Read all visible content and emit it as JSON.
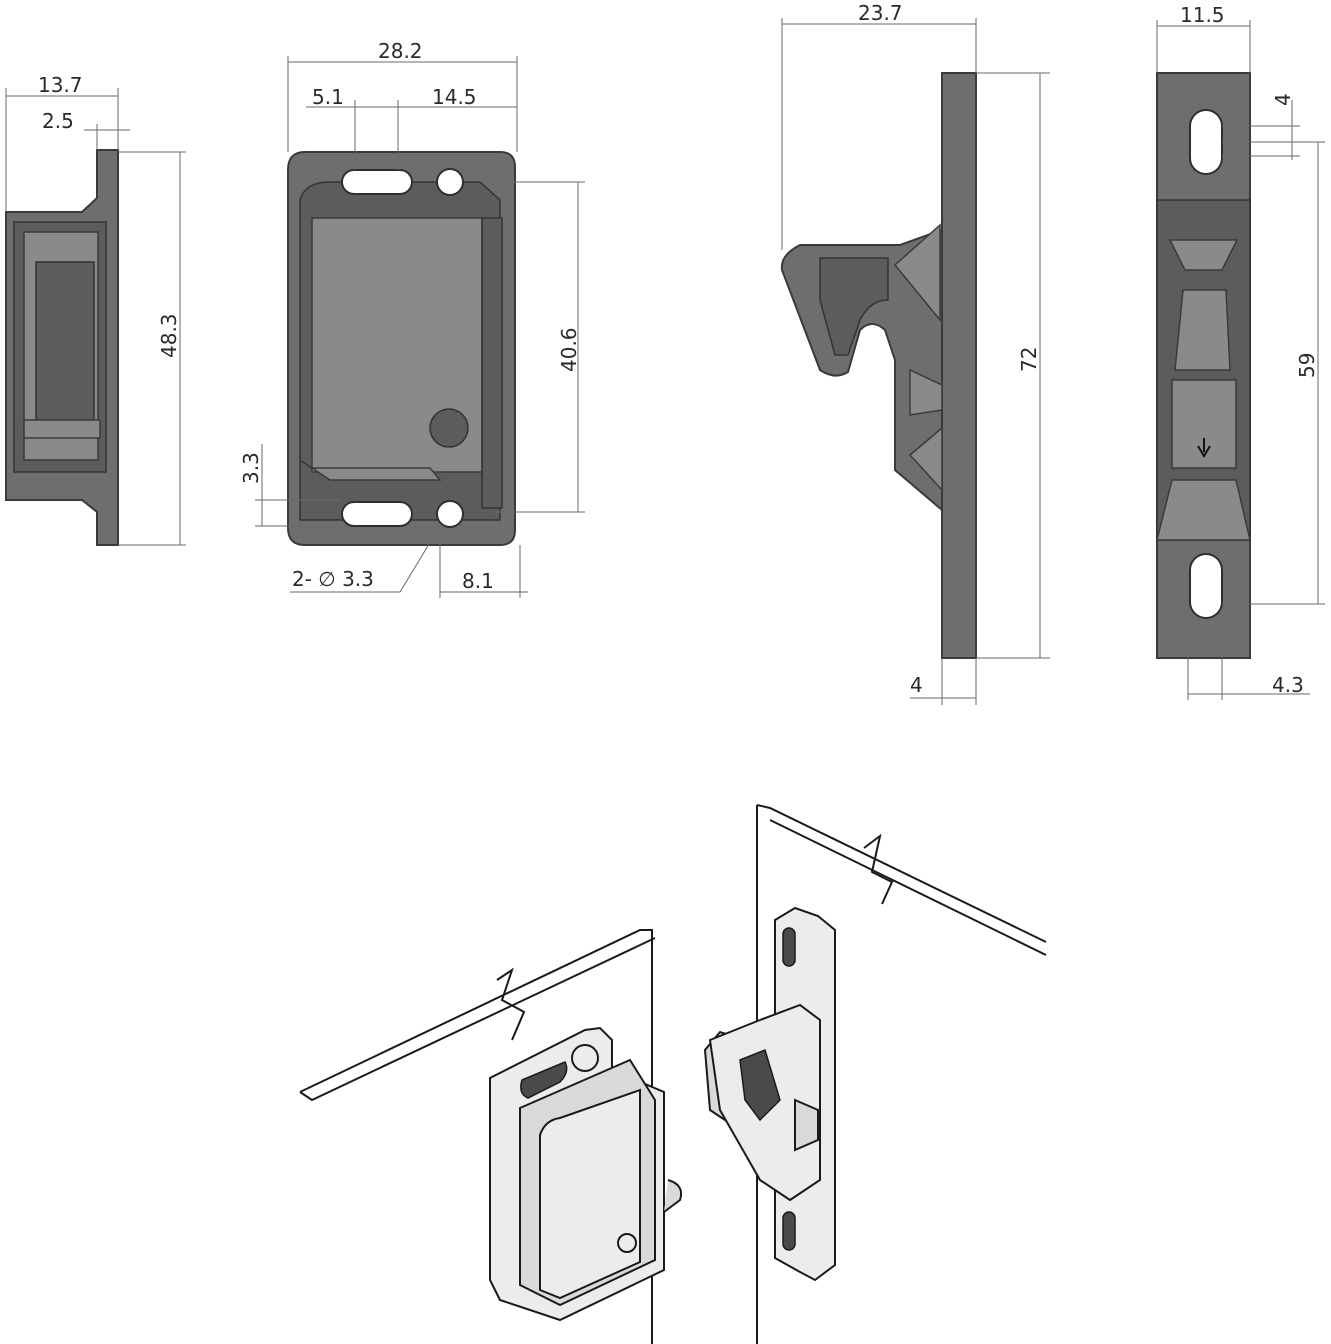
{
  "views": {
    "side_left": {
      "width_label": "13.7",
      "flange_label": "2.5",
      "height_label": "48.3"
    },
    "front_catch": {
      "width_label": "28.2",
      "slot_label": "5.1",
      "slot_offset_label": "14.5",
      "height_label": "40.6",
      "edge_label": "3.3",
      "hole_label": "2- ∅ 3.3",
      "hole_offset_label": "8.1"
    },
    "side_strike": {
      "width_label": "23.7",
      "height_label": "72",
      "thickness_label": "4"
    },
    "front_strike": {
      "width_label": "11.5",
      "top_label": "4",
      "hole_spacing_label": "59",
      "slot_width_label": "4.3"
    }
  },
  "colors": {
    "part": "#6e6e6e",
    "outline": "#3a3a3a",
    "line": "#1a1a1a"
  }
}
